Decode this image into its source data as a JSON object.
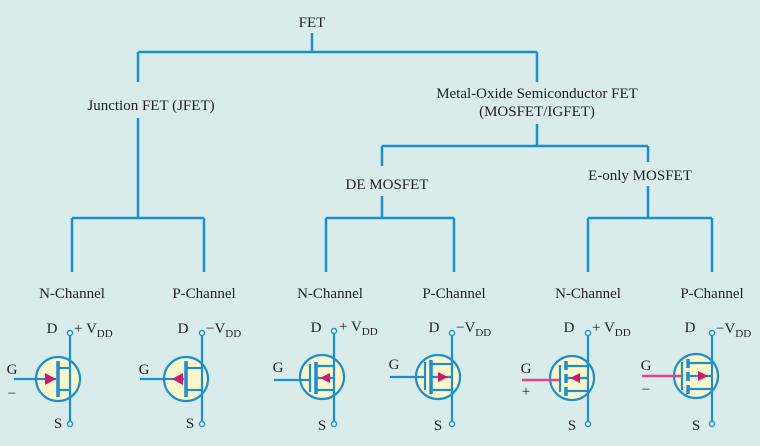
{
  "root": {
    "label": "FET"
  },
  "jfet": {
    "label": "Junction FET (JFET)"
  },
  "mosfet": {
    "label_line1": "Metal-Oxide Semiconductor FET",
    "label_line2": "(MOSFET/IGFET)"
  },
  "de_mosfet": {
    "label": "DE MOSFET"
  },
  "e_only_mosfet": {
    "label": "E-only MOSFET"
  },
  "leaves": [
    {
      "label": "N-Channel",
      "drain": "D",
      "supply": "+ V",
      "supply_sub": "DD",
      "gate": "G",
      "source": "S",
      "gate_sign": "−"
    },
    {
      "label": "P-Channel",
      "drain": "D",
      "supply": "−V",
      "supply_sub": "DD",
      "gate": "G",
      "source": "S",
      "gate_sign": ""
    },
    {
      "label": "N-Channel",
      "drain": "D",
      "supply": "+ V",
      "supply_sub": "DD",
      "gate": "G",
      "source": "S",
      "gate_sign": ""
    },
    {
      "label": "P-Channel",
      "drain": "D",
      "supply": "−V",
      "supply_sub": "DD",
      "gate": "G",
      "source": "S",
      "gate_sign": ""
    },
    {
      "label": "N-Channel",
      "drain": "D",
      "supply": "+ V",
      "supply_sub": "DD",
      "gate": "G",
      "source": "S",
      "gate_sign": "+"
    },
    {
      "label": "P-Channel",
      "drain": "D",
      "supply": "−V",
      "supply_sub": "DD",
      "gate": "G",
      "source": "S",
      "gate_sign": "−"
    }
  ]
}
